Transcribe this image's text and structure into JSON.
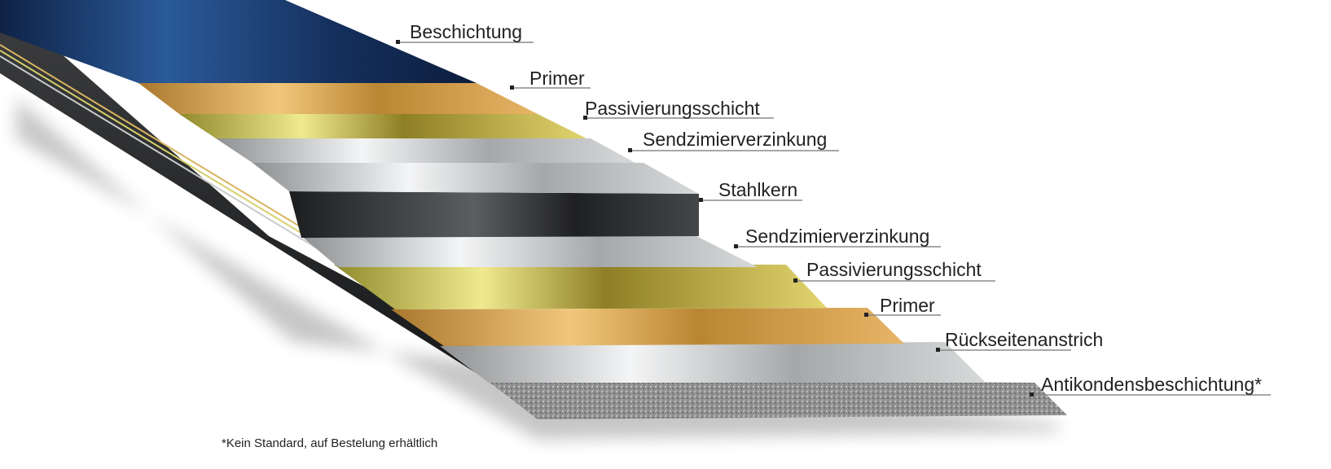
{
  "layers": [
    {
      "name": "Beschichtung"
    },
    {
      "name": "Primer"
    },
    {
      "name": "Passivierungsschicht"
    },
    {
      "name": "Sendzimierverzinkung"
    },
    {
      "name": "Stahlkern"
    },
    {
      "name": "Sendzimierverzinkung"
    },
    {
      "name": "Passivierungsschicht"
    },
    {
      "name": "Primer"
    },
    {
      "name": "Rückseitenanstrich"
    },
    {
      "name": "Antikondensbeschichtung*"
    }
  ],
  "footnote": "*Kein Standard, auf Bestelung erhältlich",
  "colors": {
    "coating": "#17325e",
    "primer": "#d7a24e",
    "passivation": "#d9cf62",
    "zinc": "#c4c6c8",
    "steel_top": "#b9bcbf",
    "steel_front": "#2a2b2d",
    "back_coat": "#c8cacb",
    "anticondensation": "#9c9c9c",
    "leader": "#8a8a8a"
  }
}
